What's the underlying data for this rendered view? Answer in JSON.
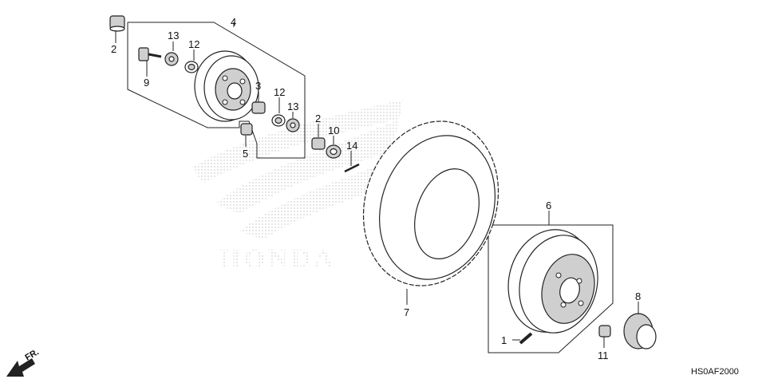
{
  "callouts": {
    "c1": "1",
    "c2a": "2",
    "c2b": "2",
    "c3": "3",
    "c4": "4",
    "c5": "5",
    "c6": "6",
    "c7": "7",
    "c8": "8",
    "c9": "9",
    "c10": "10",
    "c11": "11",
    "c12a": "12",
    "c12b": "12",
    "c13a": "13",
    "c13b": "13",
    "c14": "14"
  },
  "diagram_code": "HS0AF2000",
  "front_marker": "FR.",
  "watermark_text": "HONDA",
  "colors": {
    "line": "#222222",
    "shade": "#bdbdbd",
    "background": "#ffffff"
  }
}
